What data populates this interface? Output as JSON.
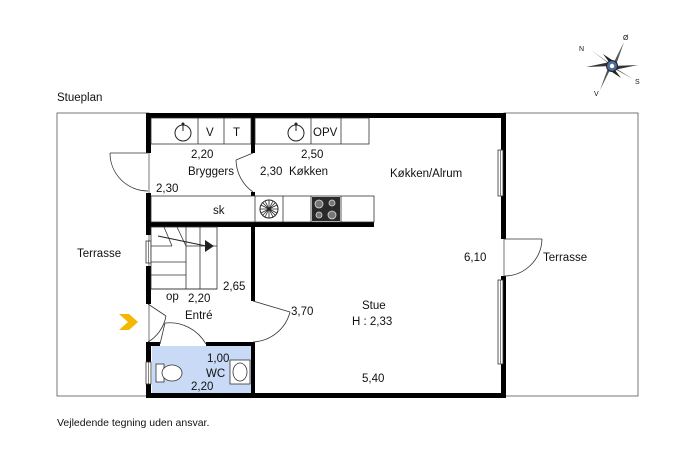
{
  "title": "Stueplan",
  "disclaimer": "Vejledende tegning uden ansvar.",
  "colors": {
    "accent_arrow": "#f5b800",
    "wc_fill": "#c8daf5",
    "wall": "#000000"
  },
  "compass": {
    "n": "N",
    "o": "Ø",
    "s": "S",
    "v": "V"
  },
  "fixtures": {
    "v": "V",
    "t": "T",
    "opv": "OPV",
    "sk": "sk",
    "op": "op"
  },
  "rooms": {
    "bryggers": {
      "name": "Bryggers",
      "w": "2,20",
      "h": "2,30"
    },
    "kokken": {
      "name": "Køkken",
      "w": "2,50",
      "h": "2,30"
    },
    "kokken_alrum": {
      "name": "Køkken/Alrum"
    },
    "terrasse_left": {
      "name": "Terrasse"
    },
    "terrasse_right": {
      "name": "Terrasse"
    },
    "entre": {
      "name": "Entré",
      "w": "2,20",
      "h": "2,65"
    },
    "stue": {
      "name": "Stue",
      "height_label": "H : 2,33",
      "w": "5,40",
      "d1": "3,70",
      "d2": "6,10"
    },
    "wc": {
      "name": "WC",
      "w": "1,00",
      "h": "2,20"
    }
  }
}
